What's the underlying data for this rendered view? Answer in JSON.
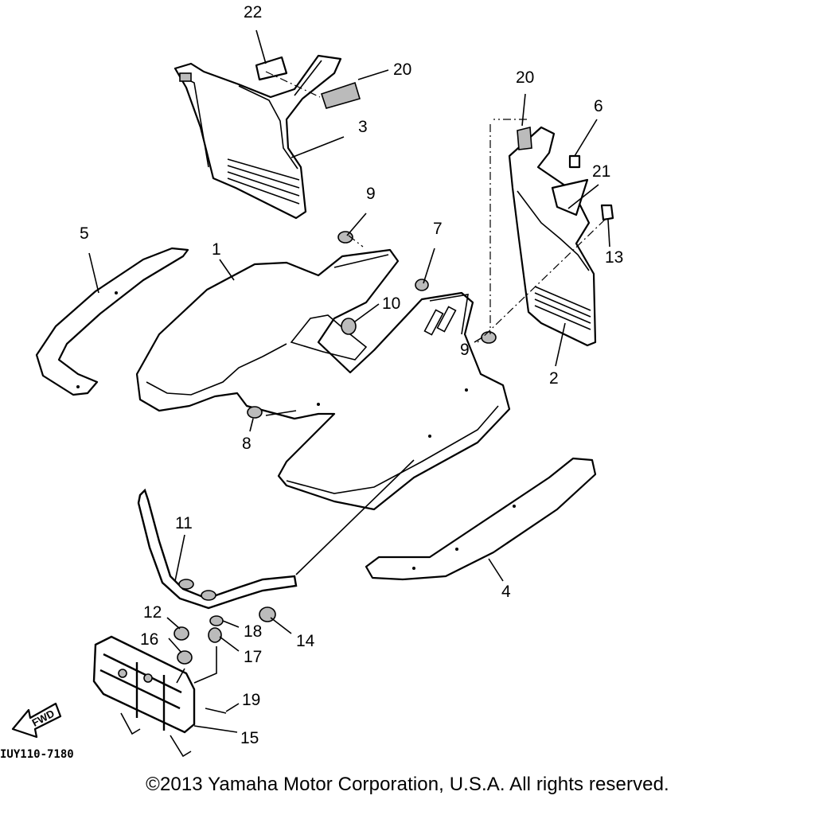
{
  "diagram": {
    "callouts": [
      {
        "id": "c22",
        "text": "22"
      },
      {
        "id": "c20a",
        "text": "20"
      },
      {
        "id": "c3",
        "text": "3"
      },
      {
        "id": "c20b",
        "text": "20"
      },
      {
        "id": "c6",
        "text": "6"
      },
      {
        "id": "c21",
        "text": "21"
      },
      {
        "id": "c9a",
        "text": "9"
      },
      {
        "id": "c13",
        "text": "13"
      },
      {
        "id": "c5",
        "text": "5"
      },
      {
        "id": "c1",
        "text": "1"
      },
      {
        "id": "c7",
        "text": "7"
      },
      {
        "id": "c10",
        "text": "10"
      },
      {
        "id": "c9b",
        "text": "9"
      },
      {
        "id": "c2",
        "text": "2"
      },
      {
        "id": "c8",
        "text": "8"
      },
      {
        "id": "c11",
        "text": "11"
      },
      {
        "id": "c4",
        "text": "4"
      },
      {
        "id": "c12",
        "text": "12"
      },
      {
        "id": "c18",
        "text": "18"
      },
      {
        "id": "c14",
        "text": "14"
      },
      {
        "id": "c16",
        "text": "16"
      },
      {
        "id": "c17",
        "text": "17"
      },
      {
        "id": "c19",
        "text": "19"
      },
      {
        "id": "c15",
        "text": "15"
      }
    ],
    "fwd_label": "FWD",
    "drawing_code": "IUY110-7180",
    "copyright": "©2013 Yamaha Motor Corporation, U.S.A. All rights reserved."
  },
  "icons": {
    "fwd": "fwd-arrow-icon"
  }
}
